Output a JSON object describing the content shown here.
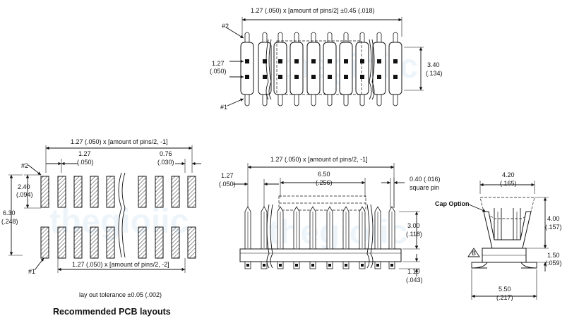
{
  "top_view": {
    "overall_width": "1.27 (.050) x [amount of pins/2] ±0.45 (.018)",
    "pin2_label": "#2",
    "pin1_label": "#1",
    "pitch_mm": "1.27",
    "pitch_in": "(.050)",
    "height_mm": "3.40",
    "height_in": "(.134)"
  },
  "pcb_layout": {
    "overall_width": "1.27 (.050) x [amount of pins/2, -1]",
    "pitch_mm": "1.27",
    "pitch_in": "(.050)",
    "pad_width_mm": "0.76",
    "pad_width_in": "(.030)",
    "pin2_label": "#2",
    "pin1_label": "#1",
    "row_gap_mm": "2.40",
    "row_gap_in": "(.094)",
    "total_height_mm": "6.30",
    "total_height_in": "(.248)",
    "bottom_width": "1.27 (.050) x [amount of pins/2, -2]",
    "tolerance_note": "lay out tolerance ±0.05 (.002)",
    "section_title": "Recommended PCB layouts"
  },
  "side_view": {
    "overall_width": "1.27 (.050) x [amount of pins/2, -1]",
    "pitch_mm": "1.27",
    "pitch_in": "(.050)",
    "inner_width_mm": "6.50",
    "inner_width_in": "(.256)",
    "pin_size": "0.40 (.016)",
    "pin_shape": "square pin",
    "pin_height_mm": "3.00",
    "pin_height_in": "(.118)",
    "tail_height_mm": "1.10",
    "tail_height_in": "(.043)"
  },
  "end_view": {
    "top_width_mm": "4.20",
    "top_width_in": "(.165)",
    "cap_option": "Cap Option",
    "height_mm": "4.00",
    "height_in": "(.157)",
    "base_mm": "1.50",
    "base_in": "(.059)",
    "foot_width_mm": "5.50",
    "foot_width_in": "(.217)",
    "marker": "B"
  },
  "watermark": "thegioiic"
}
